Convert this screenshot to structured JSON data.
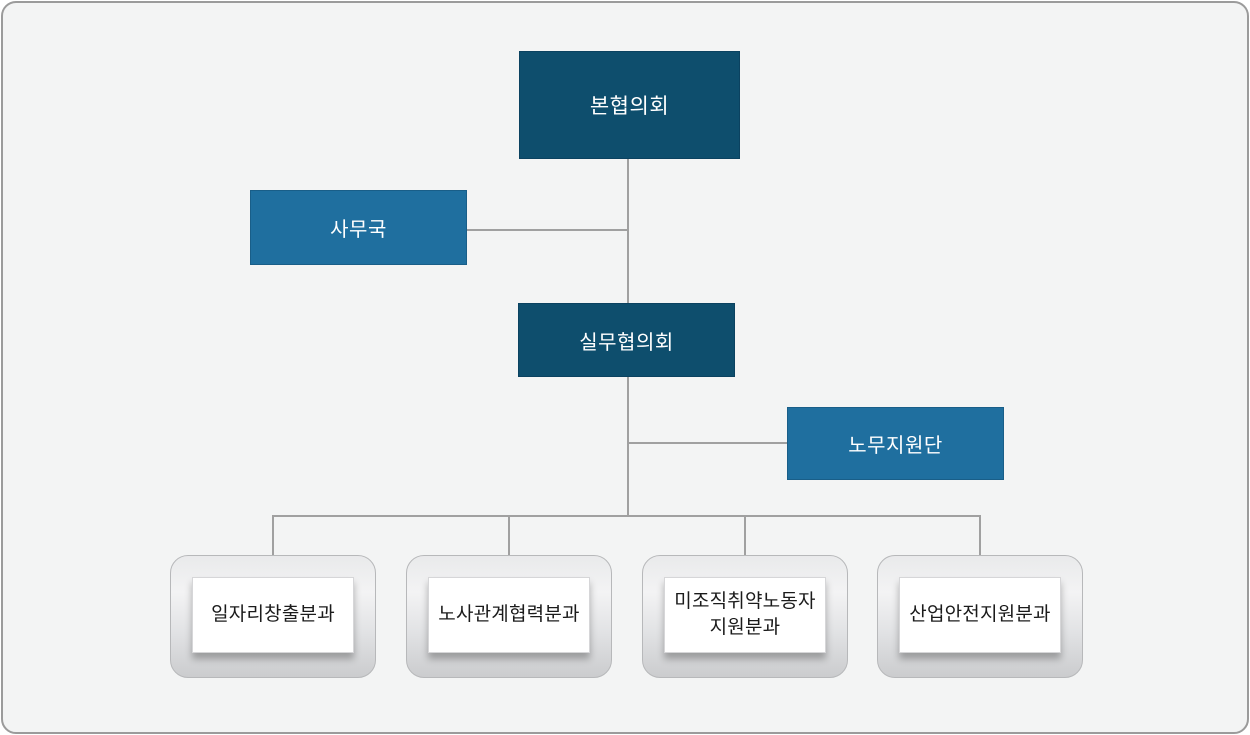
{
  "org_chart": {
    "title": "organization-chart",
    "nodes": {
      "main_council": {
        "label": "본협의회"
      },
      "secretariat": {
        "label": "사무국"
      },
      "working_council": {
        "label": "실무협의회"
      },
      "labor_support": {
        "label": "노무지원단"
      },
      "subcommittees": [
        {
          "lines": [
            "일자리창출분과"
          ]
        },
        {
          "lines": [
            "노사관계협력분과"
          ]
        },
        {
          "lines": [
            "미조직취약노동자",
            "지원분과"
          ]
        },
        {
          "lines": [
            "산업안전지원분과"
          ]
        }
      ]
    },
    "colors": {
      "dark_navy": "#0e4e6d",
      "medium_blue": "#1f6f9f",
      "canvas_background": "#f3f4f4",
      "canvas_border": "#9b9b9b",
      "connector_gray": "#a0a0a0",
      "card_gradient_bottom": "#cbccce",
      "card_inner_background": "#ffffff",
      "subcommittee_text": "#1b1b1b",
      "node_text": "#ffffff"
    }
  }
}
